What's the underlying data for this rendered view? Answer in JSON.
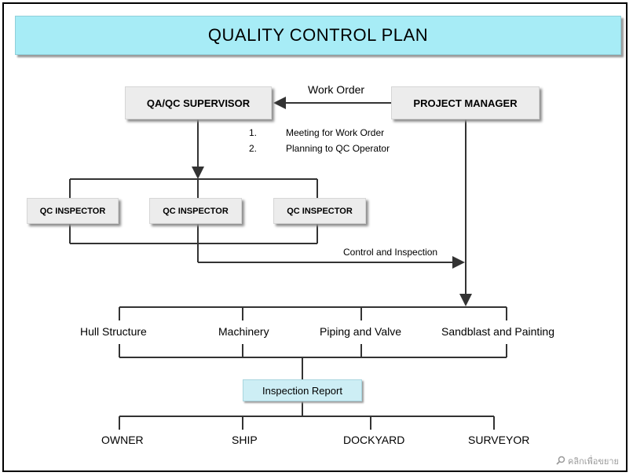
{
  "title": "QUALITY CONTROL PLAN",
  "nodes": {
    "supervisor": "QA/QC SUPERVISOR",
    "project_manager": "PROJECT MANAGER",
    "inspector_1": "QC INSPECTOR",
    "inspector_2": "QC INSPECTOR",
    "inspector_3": "QC INSPECTOR",
    "inspection_report": "Inspection Report"
  },
  "edge_labels": {
    "work_order": "Work Order",
    "control_inspection": "Control and Inspection"
  },
  "steps": [
    {
      "num": "1.",
      "text": "Meeting for Work Order"
    },
    {
      "num": "2.",
      "text": "Planning to QC Operator"
    }
  ],
  "categories": [
    "Hull Structure",
    "Machinery",
    "Piping and Valve",
    "Sandblast and Painting"
  ],
  "recipients": [
    "OWNER",
    "SHIP",
    "DOCKYARD",
    "SURVEYOR"
  ],
  "watermark": "คลิกเพื่อขยาย",
  "colors": {
    "banner": "#a7ecf6",
    "box": "#ececec",
    "report": "#cdeef5",
    "line": "#333333"
  }
}
